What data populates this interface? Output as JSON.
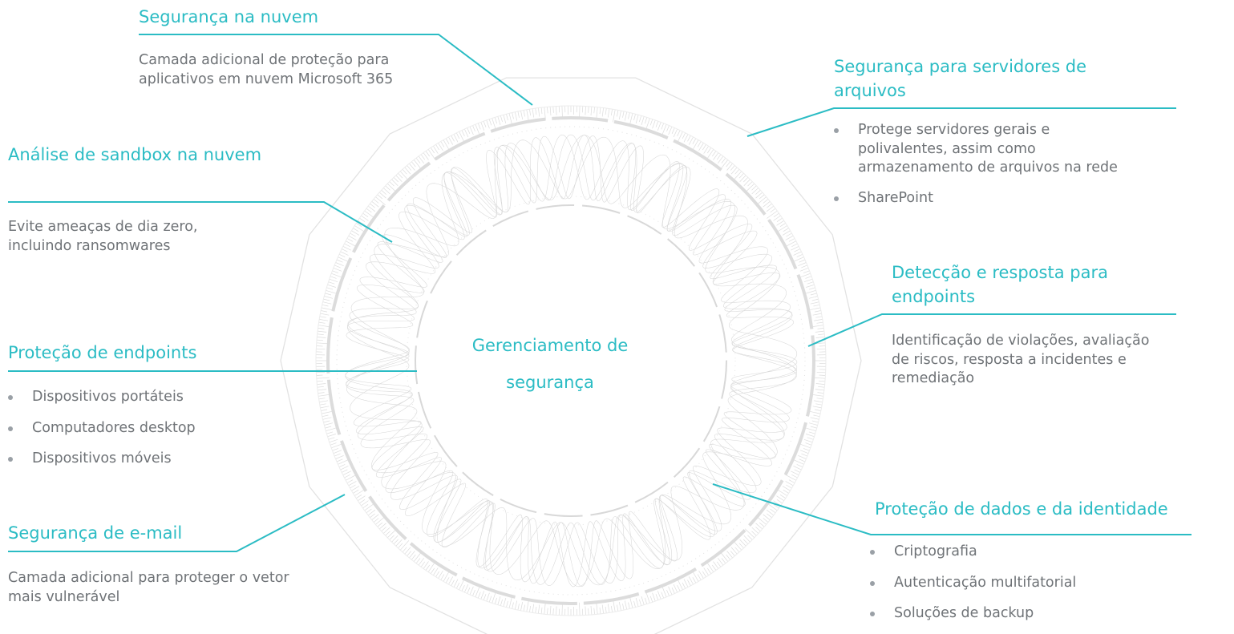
{
  "center": {
    "title": "Gerenciamento de segurança"
  },
  "colors": {
    "accent": "#2bbcc4",
    "text": "#6f7377",
    "ring": "#dcdcdc"
  },
  "sections": {
    "cloud_security": {
      "title": "Segurança na nuvem",
      "description": "Camada adicional de proteção para aplicativos em nuvem Microsoft 365"
    },
    "sandbox": {
      "title": "Análise de sandbox na nuvem",
      "description": "Evite ameaças de dia zero, incluindo ransomwares"
    },
    "endpoint_protection": {
      "title": "Proteção de endpoints",
      "items": [
        "Dispositivos portáteis",
        "Computadores desktop",
        "Dispositivos móveis"
      ]
    },
    "email_security": {
      "title": "Segurança de e-mail",
      "description": "Camada adicional para proteger o vetor mais vulnerável"
    },
    "file_servers": {
      "title": "Segurança para servidores de arquivos",
      "items": [
        "Protege servidores gerais e polivalentes, assim como armazenamento de arquivos na rede",
        "SharePoint"
      ]
    },
    "edr": {
      "title": "Detecção e resposta para endpoints",
      "description": "Identificação de violações, avaliação de riscos, resposta a incidentes e remediação"
    },
    "data_identity": {
      "title": "Proteção de dados e da identidade",
      "items": [
        "Criptografia",
        "Autenticação multifatorial",
        "Soluções de backup"
      ]
    }
  }
}
